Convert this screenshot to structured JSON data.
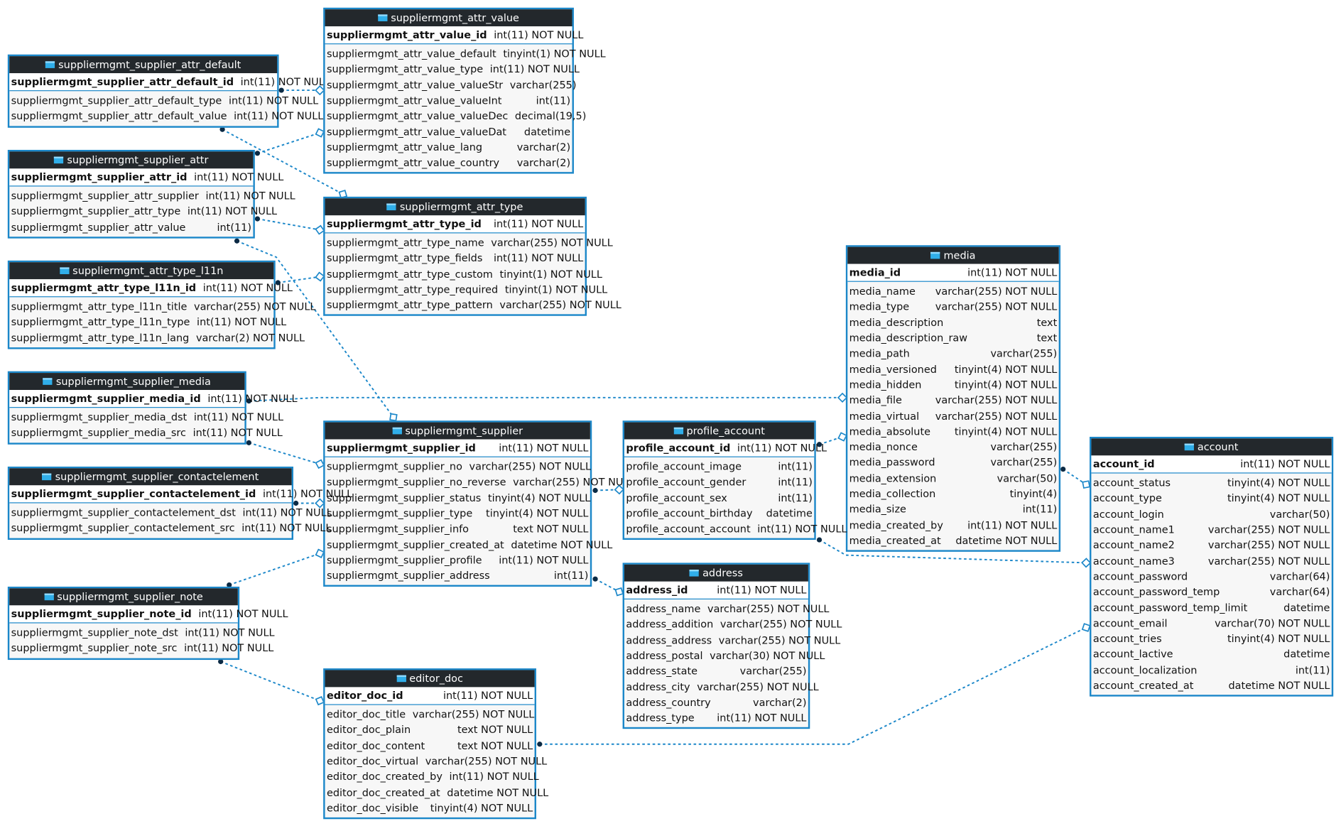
{
  "colors": {
    "border": "#1b87c9",
    "header": "#23282c",
    "link": "#1b87c9"
  },
  "icons": {
    "table": "table-icon"
  },
  "tables": [
    {
      "id": "suppliermgmt_supplier_attr_default",
      "name": "suppliermgmt_supplier_attr_default",
      "pk": {
        "name": "suppliermgmt_supplier_attr_default_id",
        "type": "int(11) NOT NULL"
      },
      "columns": [
        {
          "name": "suppliermgmt_supplier_attr_default_type",
          "type": "int(11) NOT NULL"
        },
        {
          "name": "suppliermgmt_supplier_attr_default_value",
          "type": "int(11) NOT NULL"
        }
      ]
    },
    {
      "id": "suppliermgmt_attr_value",
      "name": "suppliermgmt_attr_value",
      "pk": {
        "name": "suppliermgmt_attr_value_id",
        "type": "int(11) NOT NULL"
      },
      "columns": [
        {
          "name": "suppliermgmt_attr_value_default",
          "type": "tinyint(1) NOT NULL"
        },
        {
          "name": "suppliermgmt_attr_value_type",
          "type": "int(11) NOT NULL"
        },
        {
          "name": "suppliermgmt_attr_value_valueStr",
          "type": "varchar(255)"
        },
        {
          "name": "suppliermgmt_attr_value_valueInt",
          "type": "int(11)"
        },
        {
          "name": "suppliermgmt_attr_value_valueDec",
          "type": "decimal(19,5)"
        },
        {
          "name": "suppliermgmt_attr_value_valueDat",
          "type": "datetime"
        },
        {
          "name": "suppliermgmt_attr_value_lang",
          "type": "varchar(2)"
        },
        {
          "name": "suppliermgmt_attr_value_country",
          "type": "varchar(2)"
        }
      ]
    },
    {
      "id": "suppliermgmt_supplier_attr",
      "name": "suppliermgmt_supplier_attr",
      "pk": {
        "name": "suppliermgmt_supplier_attr_id",
        "type": "int(11) NOT NULL"
      },
      "columns": [
        {
          "name": "suppliermgmt_supplier_attr_supplier",
          "type": "int(11) NOT NULL"
        },
        {
          "name": "suppliermgmt_supplier_attr_type",
          "type": "int(11) NOT NULL"
        },
        {
          "name": "suppliermgmt_supplier_attr_value",
          "type": "int(11)"
        }
      ]
    },
    {
      "id": "suppliermgmt_attr_type",
      "name": "suppliermgmt_attr_type",
      "pk": {
        "name": "suppliermgmt_attr_type_id",
        "type": "int(11) NOT NULL"
      },
      "columns": [
        {
          "name": "suppliermgmt_attr_type_name",
          "type": "varchar(255) NOT NULL"
        },
        {
          "name": "suppliermgmt_attr_type_fields",
          "type": "int(11) NOT NULL"
        },
        {
          "name": "suppliermgmt_attr_type_custom",
          "type": "tinyint(1) NOT NULL"
        },
        {
          "name": "suppliermgmt_attr_type_required",
          "type": "tinyint(1) NOT NULL"
        },
        {
          "name": "suppliermgmt_attr_type_pattern",
          "type": "varchar(255) NOT NULL"
        }
      ]
    },
    {
      "id": "suppliermgmt_attr_type_l11n",
      "name": "suppliermgmt_attr_type_l11n",
      "pk": {
        "name": "suppliermgmt_attr_type_l11n_id",
        "type": "int(11) NOT NULL"
      },
      "columns": [
        {
          "name": "suppliermgmt_attr_type_l11n_title",
          "type": "varchar(255) NOT NULL"
        },
        {
          "name": "suppliermgmt_attr_type_l11n_type",
          "type": "int(11) NOT NULL"
        },
        {
          "name": "suppliermgmt_attr_type_l11n_lang",
          "type": "varchar(2) NOT NULL"
        }
      ]
    },
    {
      "id": "media",
      "name": "media",
      "pk": {
        "name": "media_id",
        "type": "int(11) NOT NULL"
      },
      "columns": [
        {
          "name": "media_name",
          "type": "varchar(255) NOT NULL"
        },
        {
          "name": "media_type",
          "type": "varchar(255) NOT NULL"
        },
        {
          "name": "media_description",
          "type": "text"
        },
        {
          "name": "media_description_raw",
          "type": "text"
        },
        {
          "name": "media_path",
          "type": "varchar(255)"
        },
        {
          "name": "media_versioned",
          "type": "tinyint(4) NOT NULL"
        },
        {
          "name": "media_hidden",
          "type": "tinyint(4) NOT NULL"
        },
        {
          "name": "media_file",
          "type": "varchar(255) NOT NULL"
        },
        {
          "name": "media_virtual",
          "type": "varchar(255) NOT NULL"
        },
        {
          "name": "media_absolute",
          "type": "tinyint(4) NOT NULL"
        },
        {
          "name": "media_nonce",
          "type": "varchar(255)"
        },
        {
          "name": "media_password",
          "type": "varchar(255)"
        },
        {
          "name": "media_extension",
          "type": "varchar(50)"
        },
        {
          "name": "media_collection",
          "type": "tinyint(4)"
        },
        {
          "name": "media_size",
          "type": "int(11)"
        },
        {
          "name": "media_created_by",
          "type": "int(11) NOT NULL"
        },
        {
          "name": "media_created_at",
          "type": "datetime NOT NULL"
        }
      ]
    },
    {
      "id": "suppliermgmt_supplier_media",
      "name": "suppliermgmt_supplier_media",
      "pk": {
        "name": "suppliermgmt_supplier_media_id",
        "type": "int(11) NOT NULL"
      },
      "columns": [
        {
          "name": "suppliermgmt_supplier_media_dst",
          "type": "int(11) NOT NULL"
        },
        {
          "name": "suppliermgmt_supplier_media_src",
          "type": "int(11) NOT NULL"
        }
      ]
    },
    {
      "id": "suppliermgmt_supplier",
      "name": "suppliermgmt_supplier",
      "pk": {
        "name": "suppliermgmt_supplier_id",
        "type": "int(11) NOT NULL"
      },
      "columns": [
        {
          "name": "suppliermgmt_supplier_no",
          "type": "varchar(255) NOT NULL"
        },
        {
          "name": "suppliermgmt_supplier_no_reverse",
          "type": "varchar(255) NOT NULL"
        },
        {
          "name": "suppliermgmt_supplier_status",
          "type": "tinyint(4) NOT NULL"
        },
        {
          "name": "suppliermgmt_supplier_type",
          "type": "tinyint(4) NOT NULL"
        },
        {
          "name": "suppliermgmt_supplier_info",
          "type": "text NOT NULL"
        },
        {
          "name": "suppliermgmt_supplier_created_at",
          "type": "datetime NOT NULL"
        },
        {
          "name": "suppliermgmt_supplier_profile",
          "type": "int(11) NOT NULL"
        },
        {
          "name": "suppliermgmt_supplier_address",
          "type": "int(11)"
        }
      ]
    },
    {
      "id": "profile_account",
      "name": "profile_account",
      "pk": {
        "name": "profile_account_id",
        "type": "int(11) NOT NULL"
      },
      "columns": [
        {
          "name": "profile_account_image",
          "type": "int(11)"
        },
        {
          "name": "profile_account_gender",
          "type": "int(11)"
        },
        {
          "name": "profile_account_sex",
          "type": "int(11)"
        },
        {
          "name": "profile_account_birthday",
          "type": "datetime"
        },
        {
          "name": "profile_account_account",
          "type": "int(11) NOT NULL"
        }
      ]
    },
    {
      "id": "account",
      "name": "account",
      "pk": {
        "name": "account_id",
        "type": "int(11) NOT NULL"
      },
      "columns": [
        {
          "name": "account_status",
          "type": "tinyint(4) NOT NULL"
        },
        {
          "name": "account_type",
          "type": "tinyint(4) NOT NULL"
        },
        {
          "name": "account_login",
          "type": "varchar(50)"
        },
        {
          "name": "account_name1",
          "type": "varchar(255) NOT NULL"
        },
        {
          "name": "account_name2",
          "type": "varchar(255) NOT NULL"
        },
        {
          "name": "account_name3",
          "type": "varchar(255) NOT NULL"
        },
        {
          "name": "account_password",
          "type": "varchar(64)"
        },
        {
          "name": "account_password_temp",
          "type": "varchar(64)"
        },
        {
          "name": "account_password_temp_limit",
          "type": "datetime"
        },
        {
          "name": "account_email",
          "type": "varchar(70) NOT NULL"
        },
        {
          "name": "account_tries",
          "type": "tinyint(4) NOT NULL"
        },
        {
          "name": "account_lactive",
          "type": "datetime"
        },
        {
          "name": "account_localization",
          "type": "int(11)"
        },
        {
          "name": "account_created_at",
          "type": "datetime NOT NULL"
        }
      ]
    },
    {
      "id": "suppliermgmt_supplier_contactelement",
      "name": "suppliermgmt_supplier_contactelement",
      "pk": {
        "name": "suppliermgmt_supplier_contactelement_id",
        "type": "int(11) NOT NULL"
      },
      "columns": [
        {
          "name": "suppliermgmt_supplier_contactelement_dst",
          "type": "int(11) NOT NULL"
        },
        {
          "name": "suppliermgmt_supplier_contactelement_src",
          "type": "int(11) NOT NULL"
        }
      ]
    },
    {
      "id": "address",
      "name": "address",
      "pk": {
        "name": "address_id",
        "type": "int(11) NOT NULL"
      },
      "columns": [
        {
          "name": "address_name",
          "type": "varchar(255) NOT NULL"
        },
        {
          "name": "address_addition",
          "type": "varchar(255) NOT NULL"
        },
        {
          "name": "address_address",
          "type": "varchar(255) NOT NULL"
        },
        {
          "name": "address_postal",
          "type": "varchar(30) NOT NULL"
        },
        {
          "name": "address_state",
          "type": "varchar(255)"
        },
        {
          "name": "address_city",
          "type": "varchar(255) NOT NULL"
        },
        {
          "name": "address_country",
          "type": "varchar(2)"
        },
        {
          "name": "address_type",
          "type": "int(11) NOT NULL"
        }
      ]
    },
    {
      "id": "suppliermgmt_supplier_note",
      "name": "suppliermgmt_supplier_note",
      "pk": {
        "name": "suppliermgmt_supplier_note_id",
        "type": "int(11) NOT NULL"
      },
      "columns": [
        {
          "name": "suppliermgmt_supplier_note_dst",
          "type": "int(11) NOT NULL"
        },
        {
          "name": "suppliermgmt_supplier_note_src",
          "type": "int(11) NOT NULL"
        }
      ]
    },
    {
      "id": "editor_doc",
      "name": "editor_doc",
      "pk": {
        "name": "editor_doc_id",
        "type": "int(11) NOT NULL"
      },
      "columns": [
        {
          "name": "editor_doc_title",
          "type": "varchar(255) NOT NULL"
        },
        {
          "name": "editor_doc_plain",
          "type": "text NOT NULL"
        },
        {
          "name": "editor_doc_content",
          "type": "text NOT NULL"
        },
        {
          "name": "editor_doc_virtual",
          "type": "varchar(255) NOT NULL"
        },
        {
          "name": "editor_doc_created_by",
          "type": "int(11) NOT NULL"
        },
        {
          "name": "editor_doc_created_at",
          "type": "datetime NOT NULL"
        },
        {
          "name": "editor_doc_visible",
          "type": "tinyint(4) NOT NULL"
        }
      ]
    }
  ]
}
